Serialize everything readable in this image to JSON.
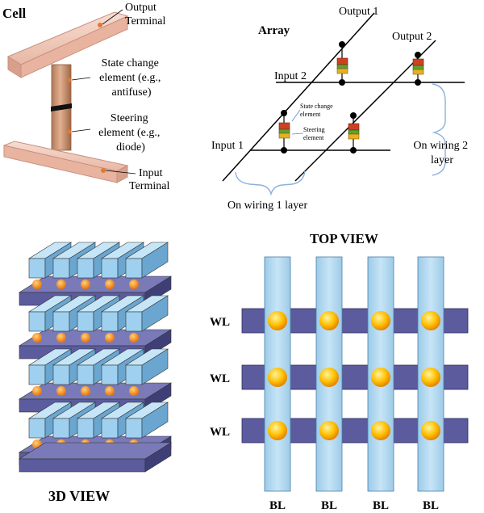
{
  "cell": {
    "title": "Cell",
    "output_terminal": [
      "Output",
      "Terminal"
    ],
    "state_change": [
      "State change",
      "element (e.g.,",
      "antifuse)"
    ],
    "steering": [
      "Steering",
      "element (e.g.,",
      "diode)"
    ],
    "input_terminal": [
      "Input",
      "Terminal"
    ]
  },
  "array": {
    "title": "Array",
    "output1": "Output 1",
    "output2": "Output 2",
    "input1": "Input 1",
    "input2": "Input 2",
    "state_change_small": [
      "State change",
      "element"
    ],
    "steering_small": [
      "Steering",
      "element"
    ],
    "wiring2": [
      "On wiring 2",
      "layer"
    ],
    "wiring1": "On wiring 1 layer"
  },
  "view3d": {
    "title": "3D VIEW"
  },
  "topview": {
    "title": "TOP VIEW",
    "wl_labels": [
      "WL",
      "WL",
      "WL"
    ],
    "bl_labels": [
      "BL",
      "BL",
      "BL",
      "BL"
    ]
  },
  "colors": {
    "beam_light": "#f0c8b8",
    "pillar": "#c89070",
    "bitline": "#aed6f1",
    "wordline": "#5b5b9e",
    "cell_gold": "#ffc000"
  }
}
